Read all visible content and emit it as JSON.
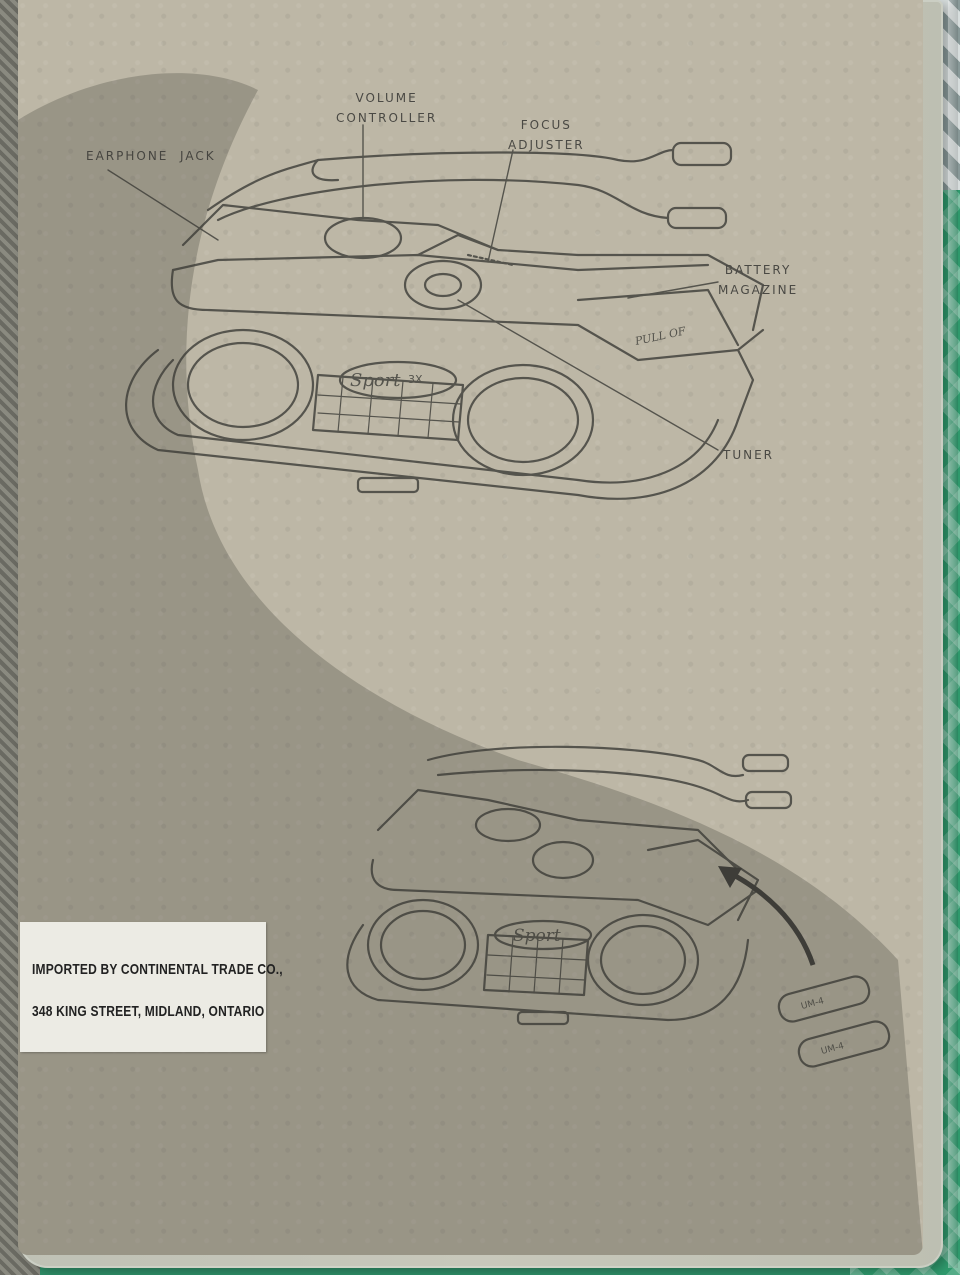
{
  "labels": {
    "volume_line1": "VOLUME",
    "volume_line2": "CONTROLLER",
    "focus_line1": "FOCUS",
    "focus_line2": "ADJUSTER",
    "earphone": "EARPHONE  JACK",
    "battery_line1": "BATTERY",
    "battery_line2": "MAGAZINE",
    "tuner": "TUNER",
    "pull": "PULL OF",
    "brand_top": "Sport",
    "brand_top_suffix": "3X",
    "brand_bottom": "Sport",
    "battery_a": "UM-4",
    "battery_b": "UM-4"
  },
  "sticker": {
    "line1": "IMPORTED BY CONTINENTAL TRADE CO.,",
    "line2": "348 KING STREET, MIDLAND, ONTARIO"
  },
  "colors": {
    "card": "#bdb7a6",
    "ink": "#4a4944",
    "sticker": "#ecebe4",
    "cloth_green": "#2f9a6d"
  }
}
